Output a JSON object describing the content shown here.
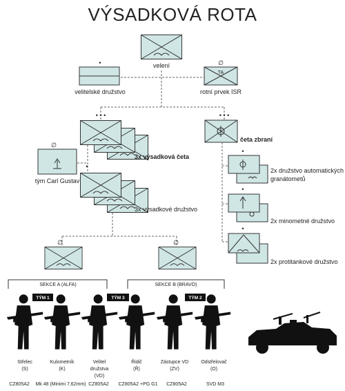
{
  "title": "VÝSADKOVÁ ROTA",
  "nodes": {
    "veleni": "velení",
    "velitelske_druzstvo": "velitelské družstvo",
    "rotni_prvek_isr": "rotní prvek ISR",
    "isr_code": "TA",
    "tym_carl_gustav": "tým Carl Gustav",
    "vysadkova_ceta": "3x výsadková četa",
    "vysadkove_druzstvo": "3x výsadkové družstvo",
    "ceta_zbrani": "četa zbraní",
    "druzstvo_granatometu": [
      "2x družstvo automatických",
      "granátometů"
    ],
    "minometne_druzstvo": "2x minometné družstvo",
    "protitankove_druzstvo": "2x protitankové družstvo"
  },
  "sections": {
    "sekce_a": "SEKCE A (ALFA)",
    "sekce_b": "SEKCE B (BRAVO)",
    "tym1": "TÝM 1",
    "tym2": "TÝM 2",
    "tym3": "TÝM 3"
  },
  "soldiers": [
    {
      "role": "Střelec",
      "abbr": "(S)",
      "extra": "",
      "weapon": "CZ805A2"
    },
    {
      "role": "Kulometník",
      "abbr": "(K)",
      "extra": "",
      "weapon": "Mk 48 (Minimi 7,62mm)"
    },
    {
      "role": "Velitel",
      "abbr": "družstva",
      "extra": "(VD)",
      "weapon": "CZ805A2"
    },
    {
      "role": "Řidič",
      "abbr": "(Ř)",
      "extra": "",
      "weapon": "CZ805A2 +PG G1"
    },
    {
      "role": "Zástupce VD",
      "abbr": "(ZV)",
      "extra": "",
      "weapon": "CZ805A2"
    },
    {
      "role": "Odstřelovač",
      "abbr": "(O)",
      "extra": "",
      "weapon": "SVD M3"
    }
  ],
  "colors": {
    "unit_fill": "#cfe6e5",
    "line": "#333333",
    "silhouette": "#111111"
  }
}
